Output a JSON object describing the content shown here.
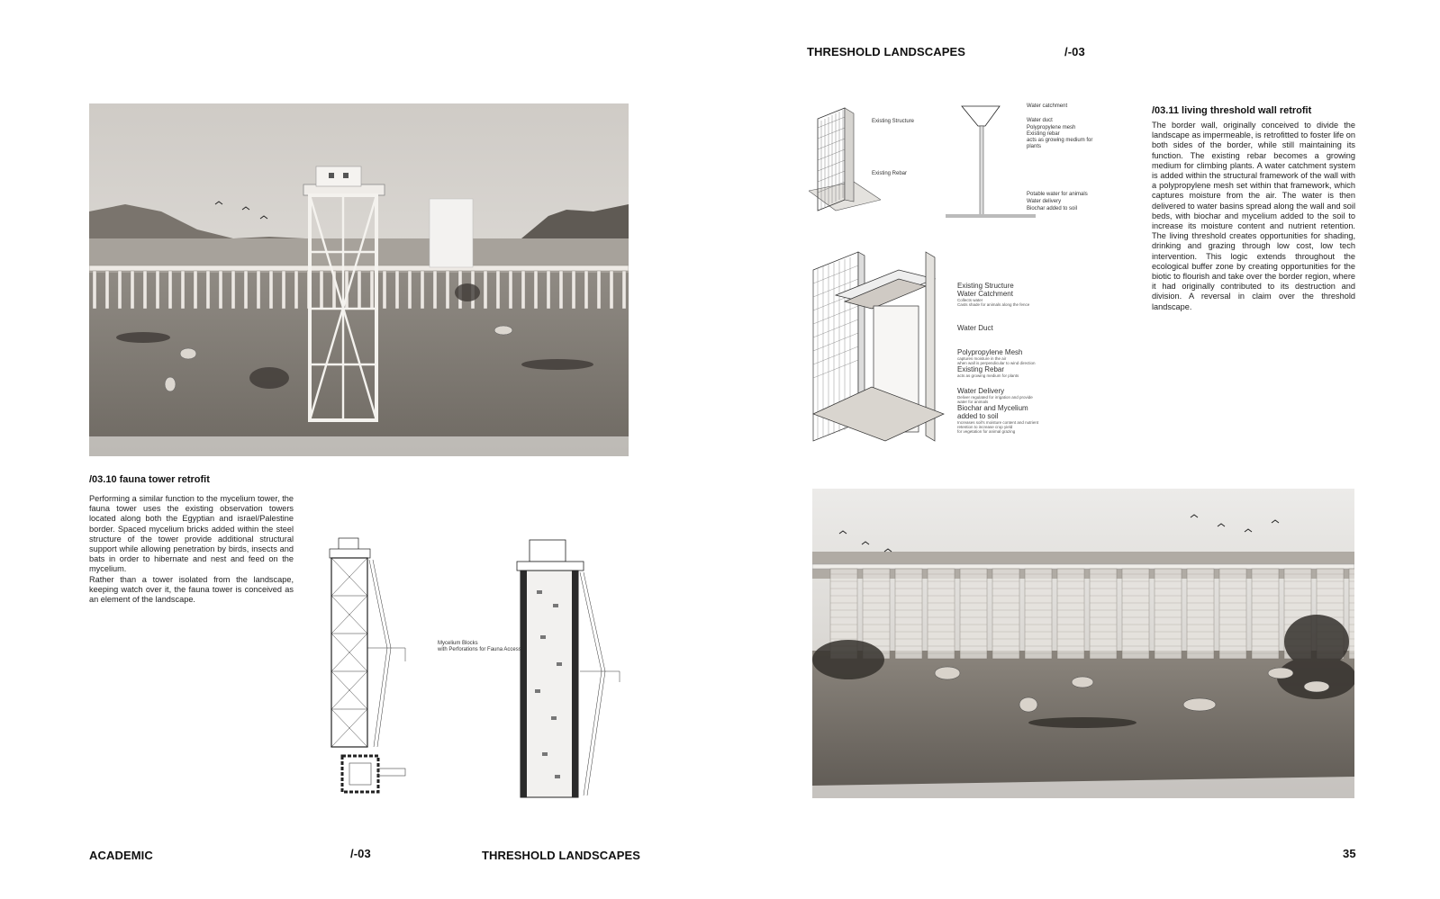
{
  "right_header": {
    "section_title": "THRESHOLD LANDSCAPES",
    "section_number": "/-03"
  },
  "fauna_tower": {
    "heading": "/03.10 fauna tower retrofit",
    "paragraph1": "Performing a similar function to the mycelium tower, the fauna tower uses the existing observation towers located along both the Egyptian and israel/Palestine border. Spaced mycelium bricks added within the steel structure of the tower provide additional structural support while allowing penetration by birds, insects and bats in order to hibernate and nest and feed on the mycelium.",
    "paragraph2": "Rather than a tower isolated from the landscape, keeping watch over it, the fauna tower is conceived as an element of the landscape.",
    "drawing_label_line1": "Mycelium Blocks",
    "drawing_label_line2": "with Perforations for Fauna Access"
  },
  "living_wall": {
    "heading": "/03.11 living threshold wall retrofit",
    "paragraph": "The border wall, originally conceived to divide the landscape as impermeable, is retrofitted to foster life on both sides of the border, while still maintaining its function. The existing rebar becomes a growing medium for climbing plants. A water catchment system is added within the structural framework of the wall with a polypropylene mesh set within that framework, which captures moisture from the air. The water is then delivered to water basins spread along the wall and soil beds, with biochar and mycelium added to the soil to increase its moisture content and nutrient retention. The living threshold creates opportunities for shading, drinking and grazing through low cost, low tech intervention. This logic extends throughout the ecological buffer zone by creating opportunities for the biotic to flourish and take over the border region, where it had originally contributed to its destruction and division. A reversal in claim over the threshold landscape."
  },
  "small_diagram": {
    "existing_structure": "Existing Structure",
    "existing_rebar": "Existing Rebar"
  },
  "section_diagram": {
    "water_catchment": "Water catchment",
    "water_duct": "Water duct",
    "polypropylene_mesh": "Polypropylene mesh",
    "existing_rebar": "Existing rebar",
    "rebar_note": "acts as growing medium for plants",
    "potable_water": "Potable water for animals",
    "water_delivery": "Water delivery",
    "biochar": "Biochar added to soil"
  },
  "axo_diagram": {
    "l1": "Existing Structure",
    "l1b": "Water Catchment",
    "l1_note": "Collects water",
    "l1_note2": "Casts shade for animals along the fence",
    "l2": "Water Duct",
    "l3": "Polypropylene Mesh",
    "l3_note": "captures moisture in the air",
    "l3_note2": "when wall is perpendicular to wind direction",
    "l4": "Existing Rebar",
    "l4_note": "acts as growing medium for plants",
    "l5": "Water Delivery",
    "l5_note": "Deliver regulated for irrigation and provide",
    "l5_note2": "water for animals",
    "l6": "Biochar and Mycelium",
    "l6b": "added to soil",
    "l6_note": "Increases soil's moisture content and nutrient",
    "l6_note2": "retention to increase crop yield",
    "l6_note3": "for vegetation for animal grazing"
  },
  "footer": {
    "left_label": "ACADEMIC",
    "left_number": "/-03",
    "center_title": "THRESHOLD LANDSCAPES",
    "page_number": "35"
  },
  "colors": {
    "ink": "#111111",
    "sepia_sky": "#d6d2cc",
    "sepia_ground": "#8a847c"
  }
}
